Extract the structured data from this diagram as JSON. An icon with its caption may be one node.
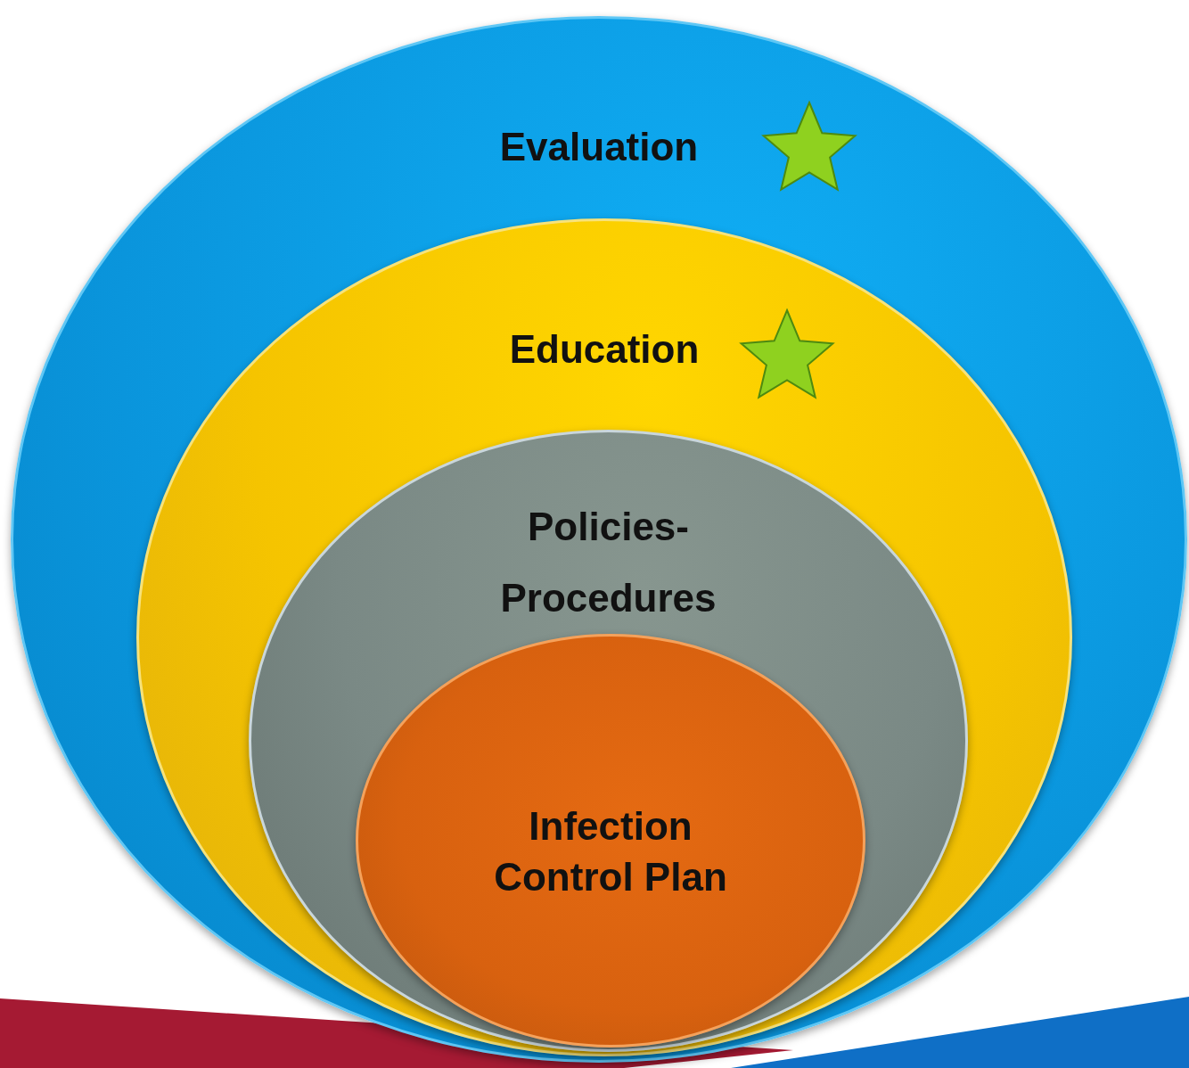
{
  "diagram": {
    "nodes": [
      {
        "text": [
          "Evaluation"
        ]
      },
      {
        "text": [
          "Education"
        ],
        "in": 0
      },
      {
        "text": [
          "Policies- Procedures"
        ],
        "in": 1
      },
      {
        "text": [
          "Infection Control Plan"
        ],
        "in": 2
      }
    ]
  }
}
